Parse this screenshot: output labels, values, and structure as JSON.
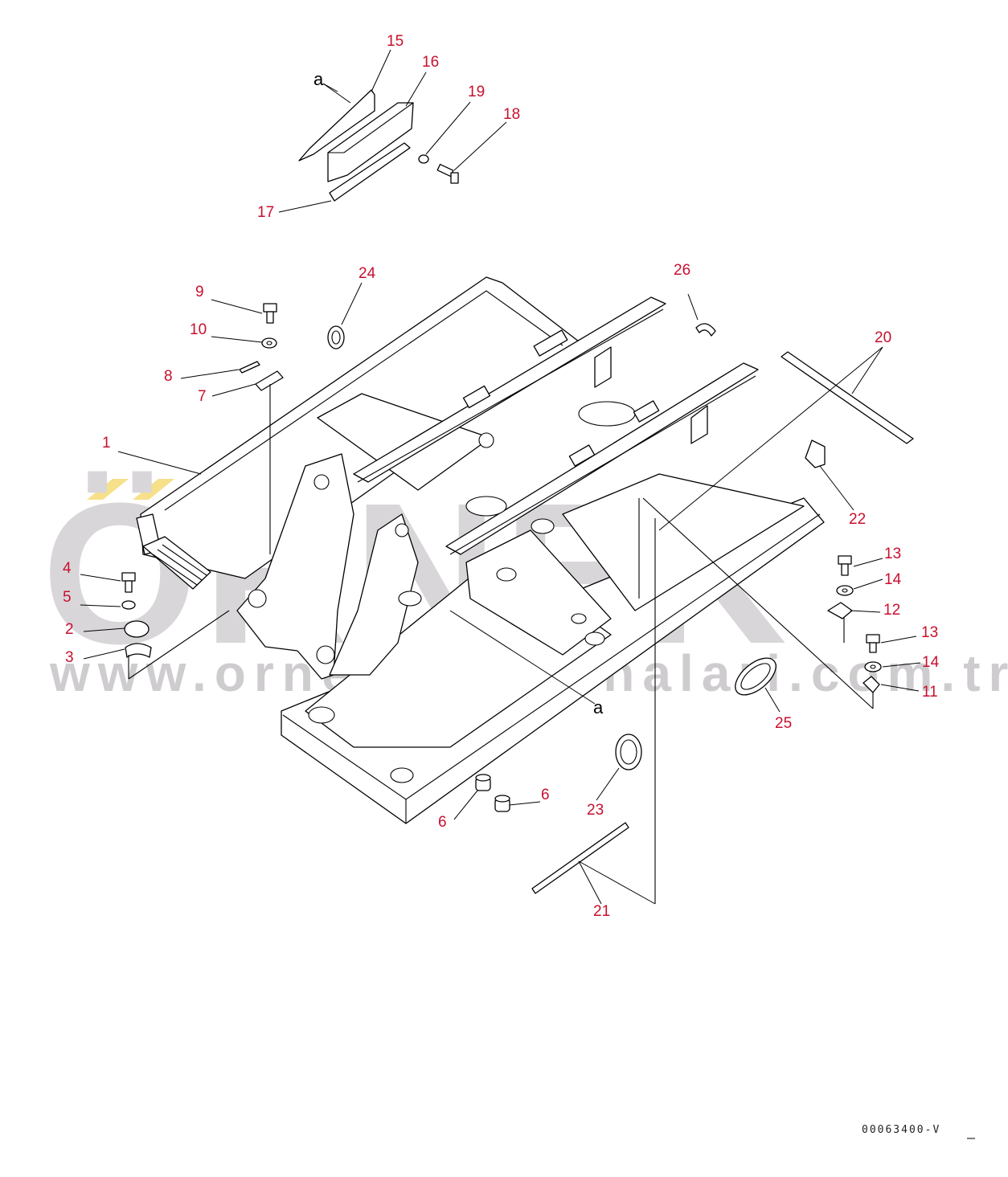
{
  "watermark": {
    "brand": "ÖRNEK",
    "url": "www.ornekismakinalari.com.tr",
    "accent_colors": {
      "text": "#d9d6da",
      "dots": "#f6e08a"
    }
  },
  "drawing_code": "00063400-V",
  "reference_mark": "a",
  "callouts": [
    {
      "num": "15"
    },
    {
      "num": "16"
    },
    {
      "num": "19"
    },
    {
      "num": "18"
    },
    {
      "num": "17"
    },
    {
      "num": "24"
    },
    {
      "num": "26"
    },
    {
      "num": "20"
    },
    {
      "num": "9"
    },
    {
      "num": "10"
    },
    {
      "num": "8"
    },
    {
      "num": "7"
    },
    {
      "num": "1"
    },
    {
      "num": "22"
    },
    {
      "num": "13"
    },
    {
      "num": "14"
    },
    {
      "num": "12"
    },
    {
      "num": "13"
    },
    {
      "num": "14"
    },
    {
      "num": "11"
    },
    {
      "num": "4"
    },
    {
      "num": "5"
    },
    {
      "num": "2"
    },
    {
      "num": "3"
    },
    {
      "num": "25"
    },
    {
      "num": "23"
    },
    {
      "num": "6"
    },
    {
      "num": "6"
    },
    {
      "num": "21"
    }
  ],
  "colors": {
    "callout": "#c8102e",
    "linework": "#000000"
  }
}
